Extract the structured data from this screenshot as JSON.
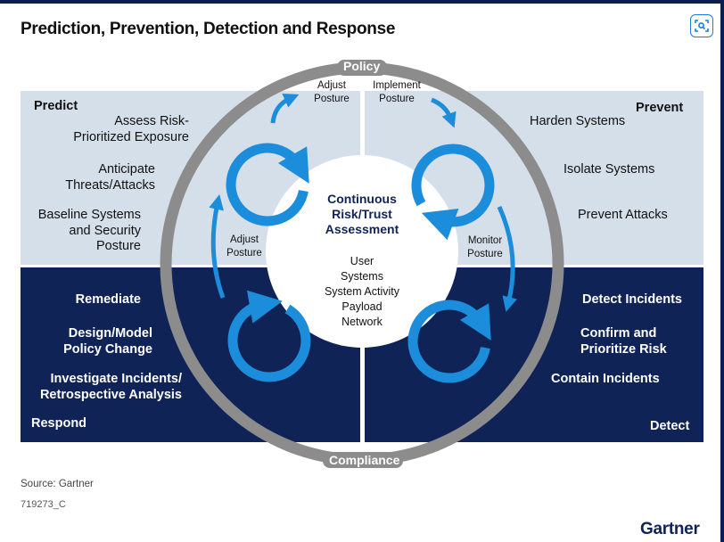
{
  "title": "Prediction, Prevention, Detection and Response",
  "share_icon": "image-search-icon",
  "ring": {
    "top_label": "Policy",
    "bottom_label": "Compliance",
    "color": "#8c8c8c"
  },
  "center": {
    "title_lines": [
      "Continuous",
      "Risk/Trust",
      "Assessment"
    ],
    "items": [
      "User",
      "Systems",
      "System Activity",
      "Payload",
      "Network"
    ]
  },
  "quadrants": {
    "predict": {
      "label": "Predict",
      "items": [
        "Assess Risk-\nPrioritized Exposure",
        "Anticipate\nThreats/Attacks",
        "Baseline Systems\nand Security\nPosture"
      ]
    },
    "prevent": {
      "label": "Prevent",
      "items": [
        "Harden Systems",
        "Isolate Systems",
        "Prevent Attacks"
      ]
    },
    "respond": {
      "label": "Respond",
      "items": [
        "Remediate",
        "Design/Model\nPolicy Change",
        "Investigate Incidents/\nRetrospective Analysis"
      ]
    },
    "detect": {
      "label": "Detect",
      "items": [
        "Detect Incidents",
        "Confirm and\nPrioritize Risk",
        "Contain Incidents"
      ]
    }
  },
  "arrow_labels": {
    "top_left": [
      "Adjust",
      "Posture"
    ],
    "top_right": [
      "Implement",
      "Posture"
    ],
    "left": [
      "Adjust",
      "Posture"
    ],
    "right": [
      "Monitor",
      "Posture"
    ]
  },
  "colors": {
    "light_quadrant": "#d5dfea",
    "dark_quadrant": "#0f2356",
    "cycle_blue": "#1c8ddb",
    "center_title": "#0f2356"
  },
  "footer": {
    "source": "Source: Gartner",
    "code": "719273_C",
    "brand": "Gartner"
  }
}
